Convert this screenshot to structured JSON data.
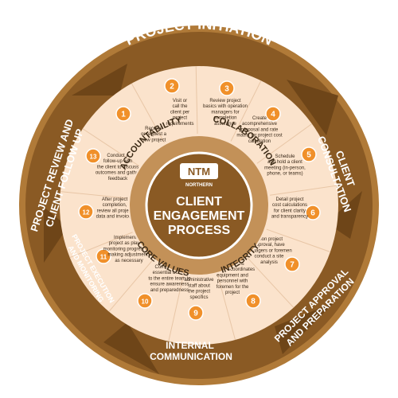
{
  "phases": {
    "project_initiation": "PROJECT INITIATION",
    "client_consultation_1": "CLIENT",
    "client_consultation_2": "CONSULTATION",
    "approval_1": "PROJECT APPROVAL",
    "approval_2": "AND PREPARATION",
    "internal_1": "INTERNAL",
    "internal_2": "COMMUNICATION",
    "execution_1": "PROJECT EXECUTION",
    "execution_2": "AND MONITORING",
    "review_1": "PROJECT REVIEW AND",
    "review_2": "CLIENT FOLLOW UP"
  },
  "steps": [
    {
      "num": "1",
      "lines": [
        "Receive",
        "or request a",
        "new project"
      ]
    },
    {
      "num": "2",
      "lines": [
        "Visit or",
        "call the",
        "client per",
        "project",
        "requirements"
      ]
    },
    {
      "num": "3",
      "lines": [
        "Review project",
        "basics with operation",
        "managers for",
        "completion",
        "assurance"
      ]
    },
    {
      "num": "4",
      "lines": [
        "Create",
        "acomprehensive",
        "proposal and rate",
        "matrix for project cost",
        "calculation"
      ]
    },
    {
      "num": "5",
      "lines": [
        "Schedule",
        "and hold a client",
        "meeting (in-person,",
        "phone, or teams)"
      ]
    },
    {
      "num": "6",
      "lines": [
        "Detail project",
        "cost calculations",
        "for client clarity",
        "and transparency"
      ]
    },
    {
      "num": "7",
      "lines": [
        "Upon project",
        "approval, have",
        "managers or foremen",
        "conduct a site",
        "analysis"
      ]
    },
    {
      "num": "8",
      "lines": [
        "Operations",
        "manager coordinates",
        "equipment and",
        "personnel with",
        "foremen for the",
        "project"
      ]
    },
    {
      "num": "9",
      "lines": [
        "Inform",
        "administrative",
        "staff about",
        "the project",
        "specifics"
      ]
    },
    {
      "num": "10",
      "lines": [
        "Communicate",
        "essential details",
        "to the entire team to",
        "ensure awareness",
        "and preparedness"
      ]
    },
    {
      "num": "11",
      "lines": [
        "Implement the",
        "project as planned,",
        "monitoring progress and",
        "making adjustments",
        "as necessary"
      ]
    },
    {
      "num": "12",
      "lines": [
        "After project",
        "completion,",
        "review all project",
        "data and invoices"
      ]
    },
    {
      "num": "13",
      "lines": [
        "Conduct a",
        "follow-up with",
        "the client to discuss",
        "outcomes and gather",
        "feedback"
      ]
    }
  ],
  "core_values": {
    "accountability": "ACCOUNTABILITY",
    "collaboration": "COLLABORATION",
    "integrity": "INTEGRITY",
    "core_values": "CORE VALUES"
  },
  "center": {
    "logo": "NTM",
    "logo_sub": "NORTHERN",
    "title_lines": [
      "CLIENT",
      "ENGAGEMENT",
      "PROCESS"
    ]
  },
  "colors": {
    "outer_ring": "#8a5a24",
    "outer_ring_light": "#b07a38",
    "arrow_dark": "#6e4518",
    "inner_disk": "#fbe3cc",
    "orange": "#f0902a",
    "values_ring": "#c39158",
    "center": "#8a5a24"
  }
}
